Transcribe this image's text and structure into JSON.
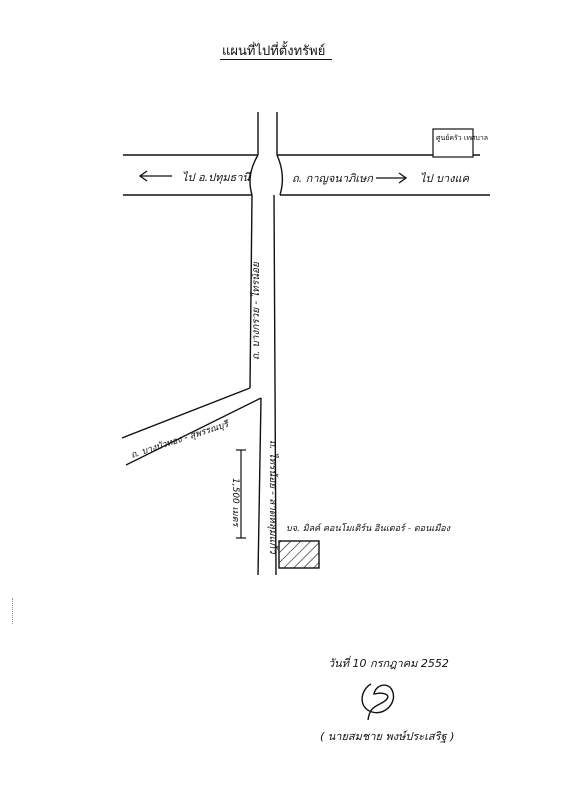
{
  "title": "แผนที่ไปที่ตั้งทรัพย์",
  "roads": {
    "main_road_label": "ถ. กาญจนาภิเษก",
    "to_left_label": "ไป อ.ปทุมธานี",
    "to_right_label": "ไป บางแค",
    "vertical_upper_label": "ถ. บางกรวย - ไทรน้อย",
    "vertical_lower_label": "ถ. ไทรน้อย - ลาดหลุมแก้ว",
    "branch_label": "ถ. บางบัวทอง - สุพรรณบุรี"
  },
  "landmarks": {
    "corner_box_label": "ศูนย์ครัว เทศบาล",
    "property_label": "บจ. มิลค์ คอนโมเดิร์น อินเตอร์ - ดอนเมือง"
  },
  "distance_label": "1,500 เมตร",
  "footer": {
    "date": "วันที่ 10 กรกฎาคม 2552",
    "name": "( นายสมชาย พงษ์ประเสริฐ )"
  },
  "colors": {
    "ink": "#111111",
    "paper": "#ffffff"
  },
  "icons": [
    "arrow-left-icon",
    "arrow-right-icon",
    "signature-mark",
    "hatched-property-icon"
  ]
}
